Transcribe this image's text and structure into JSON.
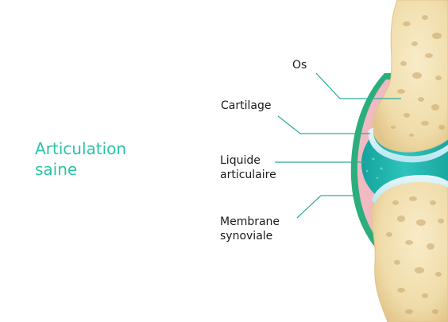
{
  "title": {
    "line1": "Articulation",
    "line2": "saine"
  },
  "labels": {
    "os": "Os",
    "cartilage": "Cartilage",
    "liquide_line1": "Liquide",
    "liquide_line2": "articulaire",
    "membrane_line1": "Membrane",
    "membrane_line2": "synoviale"
  },
  "colors": {
    "title": "#2cc4a4",
    "bone": "#f3e3b8",
    "bone_pore": "#c7a56a",
    "cartilage": "#cfeef6",
    "synovial_fluid": "#1db3ac",
    "membrane": "#2cae7c",
    "membrane_inner": "#f1b9c2",
    "leader_line": "#2aaa9e"
  }
}
